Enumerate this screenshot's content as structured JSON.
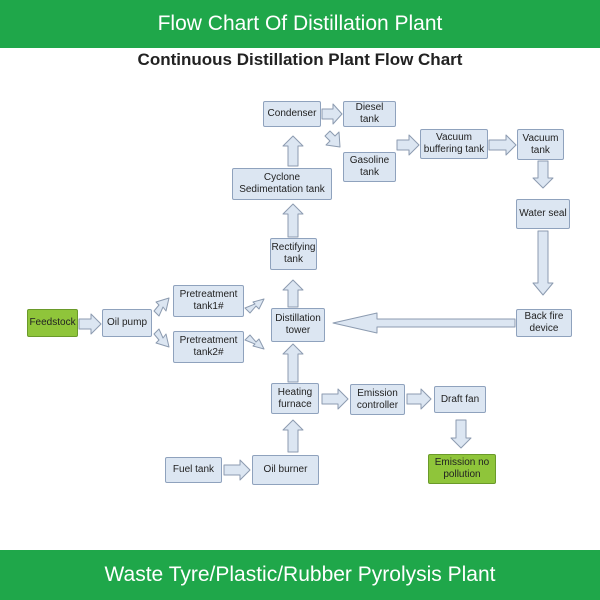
{
  "header": {
    "title": "Flow Chart Of Distillation Plant"
  },
  "footer": {
    "title": "Waste Tyre/Plastic/Rubber Pyrolysis Plant"
  },
  "diagram": {
    "title": "Continuous Distillation Plant Flow Chart",
    "nodes": {
      "condenser": "Condenser",
      "diesel_tank": "Diesel tank",
      "gasoline_tank": "Gasoline\ntank",
      "vacuum_buffering_tank": "Vacuum\nbuffering tank",
      "vacuum_tank": "Vacuum\ntank",
      "cyclone_sedimentation_tank": "Cyclone\nSedimentation tank",
      "water_seal": "Water seal",
      "rectifying_tank": "Rectifying\ntank",
      "feedstock": "Feedstock",
      "oil_pump": "Oil pump",
      "pretreatment_tank1": "Pretreatment\ntank1#",
      "pretreatment_tank2": "Pretreatment\ntank2#",
      "distillation_tower": "Distillation\ntower",
      "back_fire_device": "Back fire\ndevice",
      "heating_furnace": "Heating\nfurnace",
      "emission_controller": "Emission\ncontroller",
      "draft_fan": "Draft fan",
      "fuel_tank": "Fuel tank",
      "oil_burner": "Oil burner",
      "emission_no_pollution": "Emission no\npollution"
    },
    "colors": {
      "node_fill": "#dce6f2",
      "node_border": "#8fa2bd",
      "start_end_fill": "#8fc53a",
      "banner": "#1fa74a",
      "arrow_fill": "#dce6f2",
      "arrow_stroke": "#8c9bb0"
    }
  }
}
